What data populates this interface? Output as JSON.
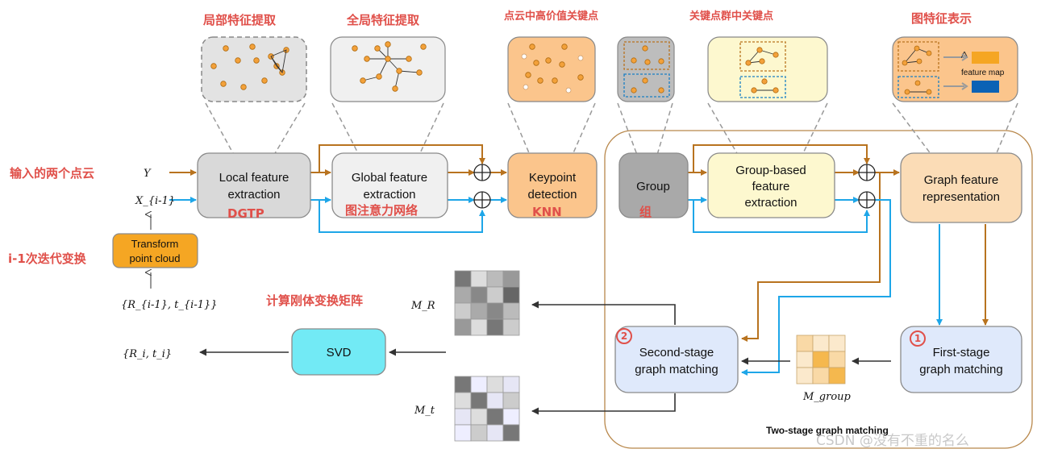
{
  "inputs": {
    "y": "Y",
    "x_prev": "X_{i-1}",
    "rt_prev": "{R_{i-1}, t_{i-1}}",
    "rt_out": "{R_i, t_i}"
  },
  "boxes": {
    "transform": [
      "Transform",
      "point cloud"
    ],
    "local": [
      "Local feature",
      "extraction"
    ],
    "global": [
      "Global feature",
      "extraction"
    ],
    "keypoint": [
      "Keypoint",
      "detection"
    ],
    "group": [
      "Group"
    ],
    "group_based": [
      "Group-based",
      "feature",
      "extraction"
    ],
    "graph_feat": [
      "Graph feature",
      "representation"
    ],
    "first_stage": [
      "First-stage",
      "graph matching"
    ],
    "second_stage": [
      "Second-stage",
      "graph matching"
    ],
    "svd": [
      "SVD"
    ]
  },
  "matrices": {
    "m_r": "M_R",
    "m_t": "M_t",
    "m_group": "M_group"
  },
  "panels": {
    "feature_map": "feature map",
    "two_stage": "Two-stage graph matching"
  },
  "annotations": {
    "input_two_clouds": "输入的两个点云",
    "iterative_transform": "i-1次迭代变换",
    "local_feat": "局部特征提取",
    "global_feat": "全局特征提取",
    "keypoints": "点云中高价值关键点",
    "group_keypoints": "关键点群中关键点",
    "graph_repr": "图特征表示",
    "compute_matrix": "计算刚体变换矩阵",
    "dgtp": "DGTP",
    "attention": "图注意力网络",
    "knn": "KNN",
    "zu": "组",
    "circle_1": "1",
    "circle_2": "2"
  },
  "watermark": "CSDN @没有不重的名么",
  "colors": {
    "brown": "#b8731f",
    "blue": "#1ea6e8",
    "note_red": "#e0504a"
  }
}
